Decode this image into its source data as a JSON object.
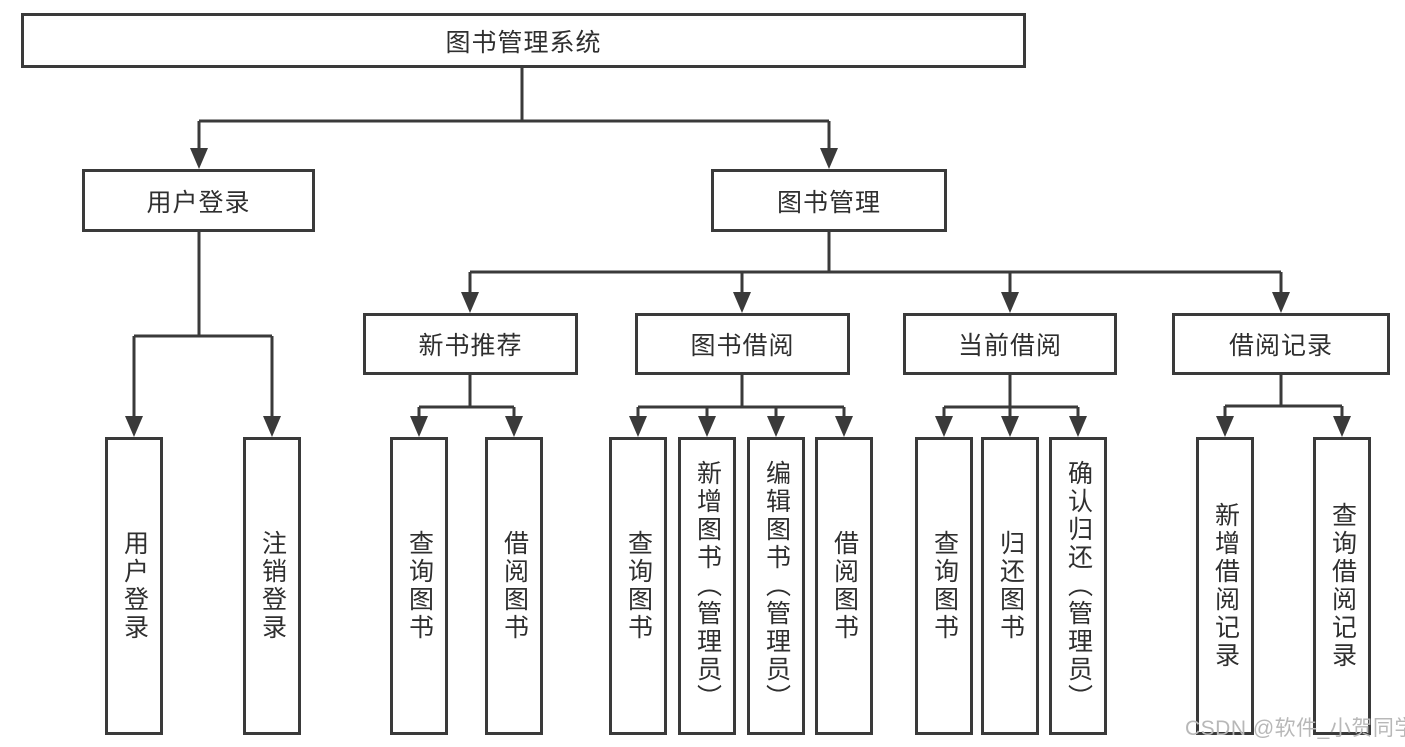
{
  "tree": {
    "root": {
      "label": "图书管理系统"
    },
    "branches": [
      {
        "label": "用户登录",
        "children": [
          {
            "label": "用户登录"
          },
          {
            "label": "注销登录"
          }
        ]
      },
      {
        "label": "图书管理",
        "children": [
          {
            "label": "新书推荐",
            "children": [
              {
                "label": "查询图书"
              },
              {
                "label": "借阅图书"
              }
            ]
          },
          {
            "label": "图书借阅",
            "children": [
              {
                "label": "查询图书"
              },
              {
                "label": "新增图书（管理员）"
              },
              {
                "label": "编辑图书（管理员）"
              },
              {
                "label": "借阅图书"
              }
            ]
          },
          {
            "label": "当前借阅",
            "children": [
              {
                "label": "查询图书"
              },
              {
                "label": "归还图书"
              },
              {
                "label": "确认归还（管理员）"
              }
            ]
          },
          {
            "label": "借阅记录",
            "children": [
              {
                "label": "新增借阅记录"
              },
              {
                "label": "查询借阅记录"
              }
            ]
          }
        ]
      }
    ]
  },
  "watermark": {
    "text": "CSDN @软件_小贺同学"
  },
  "colors": {
    "line": "#3a3a3a",
    "box_background": "#ffffff",
    "text": "#2f2f2f",
    "watermark": "#b8b8b8"
  }
}
